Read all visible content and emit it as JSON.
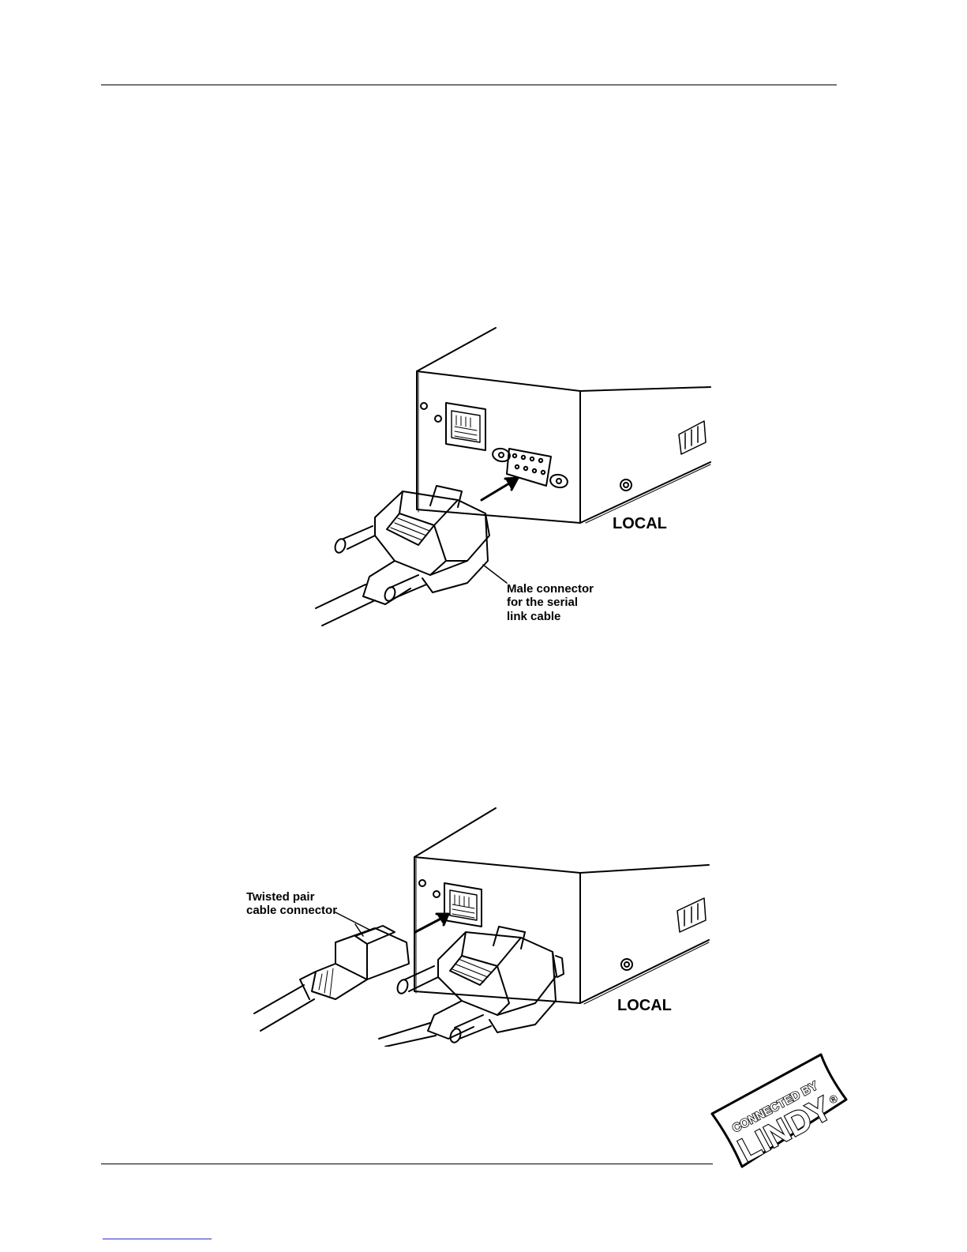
{
  "figure1": {
    "local_label": "LOCAL",
    "connector_label": "Male connector\nfor the serial\nlink cable"
  },
  "figure2": {
    "local_label": "LOCAL",
    "connector_label": "Twisted pair\ncable connector"
  },
  "logo": {
    "top_text": "CONNECTED BY",
    "brand_text": "LINDY",
    "mark": "®"
  }
}
